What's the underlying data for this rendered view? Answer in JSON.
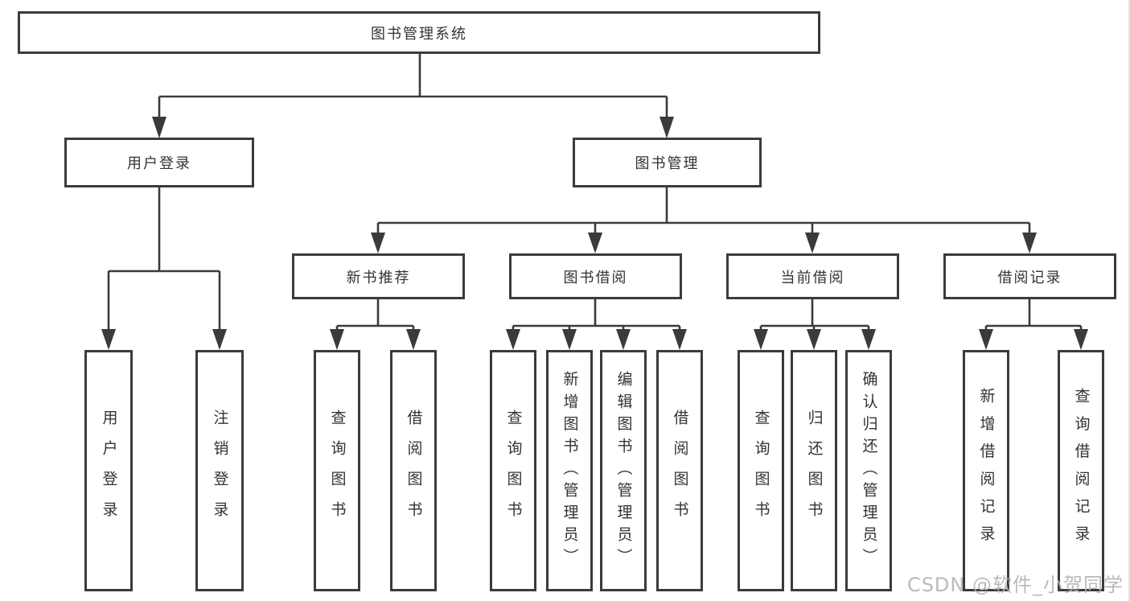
{
  "nodes": {
    "root": {
      "label": "图书管理系统"
    },
    "user_login_branch": {
      "label": "用户登录",
      "children": [
        "用户登录",
        "注销登录"
      ]
    },
    "book_mgmt_branch": {
      "label": "图书管理",
      "groups": [
        {
          "label": "新书推荐",
          "children": [
            "查询图书",
            "借阅图书"
          ]
        },
        {
          "label": "图书借阅",
          "children": [
            "查询图书",
            "新增图书（管理员）",
            "编辑图书（管理员）",
            "借阅图书"
          ]
        },
        {
          "label": "当前借阅",
          "children": [
            "查询图书",
            "归还图书",
            "确认归还（管理员）"
          ]
        },
        {
          "label": "借阅记录",
          "children": [
            "新增借阅记录",
            "查询借阅记录"
          ]
        }
      ]
    }
  },
  "watermark": {
    "text": "CSDN @软件_小贺同学"
  },
  "colors": {
    "line": "#3b3b3b",
    "text": "#333333",
    "watermark": "#b3b3b3",
    "background": "#ffffff"
  }
}
